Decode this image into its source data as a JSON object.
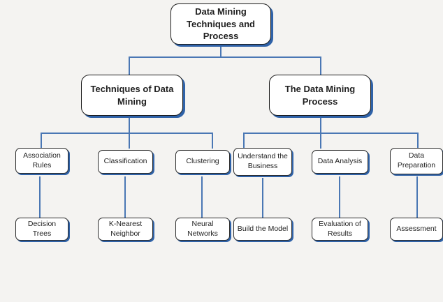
{
  "colors": {
    "background": "#f4f3f1",
    "connector": "#4a77b4",
    "shadow": "#2f62a8",
    "box": "#ffffff"
  },
  "root": {
    "label": "Data Mining Techniques and Process"
  },
  "branches": [
    {
      "label": "Techniques of Data Mining",
      "items": [
        {
          "label": "Association Rules",
          "child": "Decision Trees"
        },
        {
          "label": "Classification",
          "child": "K-Nearest Neighbor"
        },
        {
          "label": "Clustering",
          "child": "Neural Networks"
        }
      ]
    },
    {
      "label": "The Data Mining Process",
      "items": [
        {
          "label": "Understand the Business",
          "child": "Build the Model"
        },
        {
          "label": "Data Analysis",
          "child": "Evaluation of Results"
        },
        {
          "label": "Data Preparation",
          "child": "Assessment"
        }
      ]
    }
  ]
}
